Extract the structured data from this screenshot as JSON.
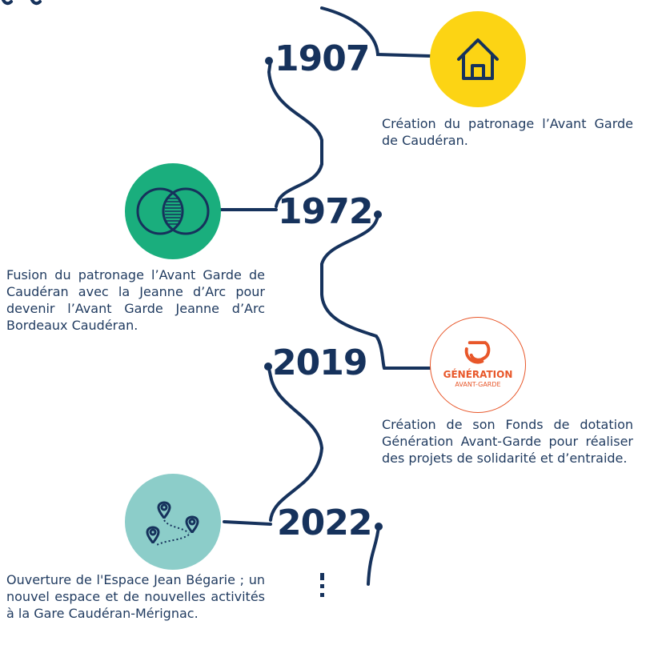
{
  "timeline": {
    "colors": {
      "line": "#16325c",
      "year": "#16325c",
      "text": "#1f3a5f",
      "yellow": "#fcd414",
      "green": "#1aae7d",
      "orange": "#e8572a",
      "teal": "#8ccdc9"
    },
    "events": [
      {
        "year": "1907",
        "icon": "house-icon",
        "description": "Création du patronage l’Avant Garde de Caudéran."
      },
      {
        "year": "1972",
        "icon": "merge-circles-icon",
        "description": "Fusion du patronage l’Avant Garde de Caudéran avec la Jeanne d’Arc pour devenir l’Avant Garde Jeanne d’Arc Bordeaux Caudéran."
      },
      {
        "year": "2019",
        "icon": "generation-avant-garde-logo",
        "logo": {
          "title": "GÉNÉRATION",
          "subtitle": "AVANT-GARDE"
        },
        "description": "Création de son Fonds de dotation Génération Avant-Garde pour réaliser des projets de solidarité et d’entraide."
      },
      {
        "year": "2022",
        "icon": "route-pins-icon",
        "description": "Ouverture de l'Espace Jean Bégarie ; un nouvel espace et de nouvelles activités à la Gare Caudéran-Mérignac."
      }
    ]
  }
}
